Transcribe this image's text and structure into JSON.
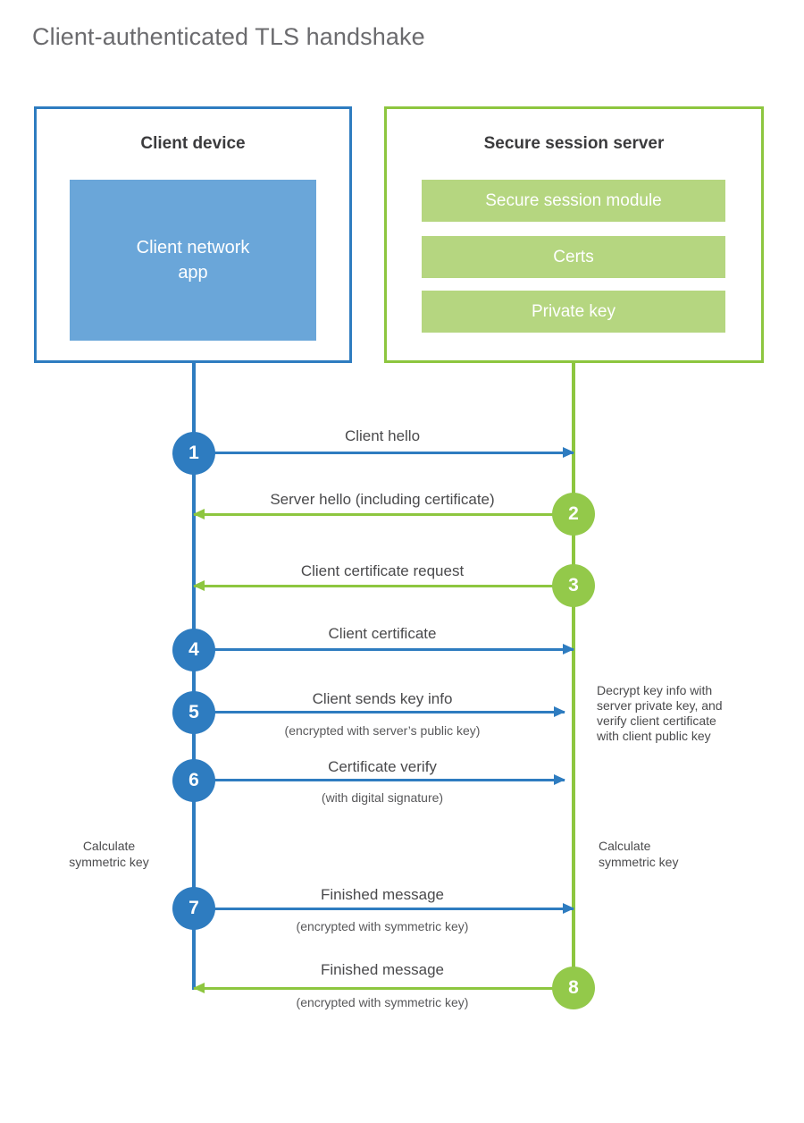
{
  "title": "Client-authenticated TLS handshake",
  "colors": {
    "client_accent": "#2e7cc0",
    "server_accent": "#8dc63f",
    "client_block_fill": "#6aa6d9",
    "server_bar_fill": "#b5d680",
    "title_text": "#6b6b6e",
    "body_text": "#4a4a4c",
    "background": "#ffffff"
  },
  "client": {
    "title": "Client device",
    "app_label": "Client network\napp"
  },
  "server": {
    "title": "Secure session server",
    "components": [
      {
        "label": "Secure session module"
      },
      {
        "label": "Certs"
      },
      {
        "label": "Private key"
      }
    ]
  },
  "notes": {
    "client_calculate": "Calculate\nsymmetric key",
    "server_calculate": "Calculate\nsymmetric key",
    "server_decrypt": "Decrypt key info with\nserver private key, and\nverify client certificate\nwith client public key"
  },
  "chart_data": {
    "type": "sequence-diagram",
    "title": "Client-authenticated TLS handshake",
    "actors": [
      "Client device",
      "Secure session server"
    ],
    "steps": [
      {
        "number": "1",
        "label": "Client hello",
        "sublabel": "",
        "direction": "client-to-server",
        "origin": "client"
      },
      {
        "number": "2",
        "label": "Server hello (including certificate)",
        "sublabel": "",
        "direction": "server-to-client",
        "origin": "server"
      },
      {
        "number": "3",
        "label": "Client certificate request",
        "sublabel": "",
        "direction": "server-to-client",
        "origin": "server"
      },
      {
        "number": "4",
        "label": "Client certificate",
        "sublabel": "",
        "direction": "client-to-server",
        "origin": "client"
      },
      {
        "number": "5",
        "label": "Client sends key info",
        "sublabel": "(encrypted with server’s public key)",
        "direction": "client-to-server",
        "origin": "client"
      },
      {
        "number": "6",
        "label": "Certificate verify",
        "sublabel": "(with digital signature)",
        "direction": "client-to-server",
        "origin": "client"
      },
      {
        "number": "7",
        "label": "Finished message",
        "sublabel": "(encrypted with symmetric key)",
        "direction": "client-to-server",
        "origin": "client"
      },
      {
        "number": "8",
        "label": "Finished message",
        "sublabel": "(encrypted with symmetric key)",
        "direction": "server-to-client",
        "origin": "server"
      }
    ],
    "annotations": [
      "Decrypt key info with server private key, and verify client certificate with client public key",
      "Calculate symmetric key",
      "Calculate symmetric key"
    ]
  }
}
